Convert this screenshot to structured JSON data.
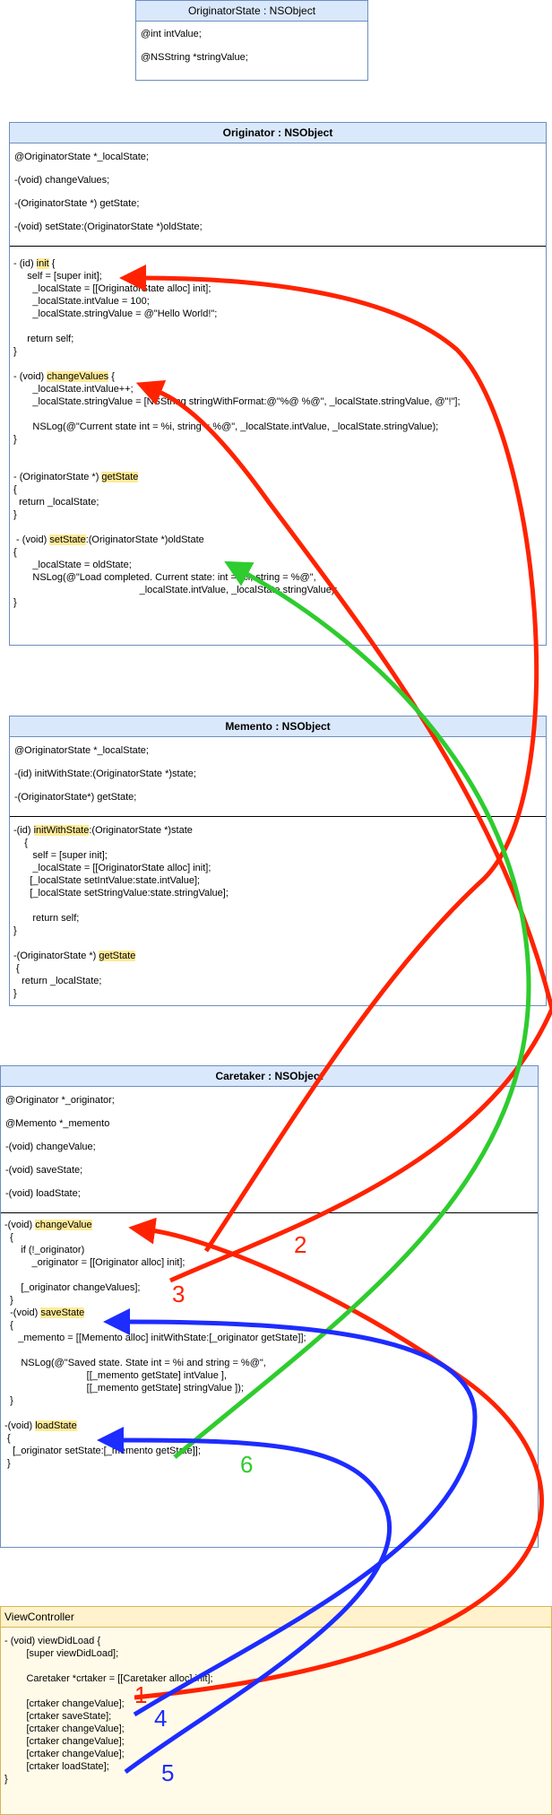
{
  "originator_state": {
    "title": "OriginatorState : NSObject",
    "fields": [
      "@int intValue;",
      "@NSString *stringValue;"
    ]
  },
  "originator": {
    "title": "Originator : NSObject",
    "fields": [
      "@OriginatorState *_localState;",
      "-(void) changeValues;",
      "-(OriginatorState *) getState;",
      "-(void) setState:(OriginatorState *)oldState;"
    ],
    "code": [
      {
        "pre": "- (id) ",
        "hl": "init",
        "post": " {"
      },
      {
        "pre": "     self = [super init];",
        "hl": "",
        "post": ""
      },
      {
        "pre": "       _localState = [[OriginatorState alloc] init];",
        "hl": "",
        "post": ""
      },
      {
        "pre": "       _localState.intValue = 100;",
        "hl": "",
        "post": ""
      },
      {
        "pre": "       _localState.stringValue = @\"Hello World!\";",
        "hl": "",
        "post": ""
      },
      {
        "pre": "",
        "hl": "",
        "post": ""
      },
      {
        "pre": "     return self;",
        "hl": "",
        "post": ""
      },
      {
        "pre": "}",
        "hl": "",
        "post": ""
      },
      {
        "pre": "",
        "hl": "",
        "post": ""
      },
      {
        "pre": "- (void) ",
        "hl": "changeValues",
        "post": " {"
      },
      {
        "pre": "       _localState.intValue++;",
        "hl": "",
        "post": ""
      },
      {
        "pre": "       _localState.stringValue = [NSString stringWithFormat:@\"%@ %@\", _localState.stringValue, @\"!\"];",
        "hl": "",
        "post": ""
      },
      {
        "pre": "",
        "hl": "",
        "post": ""
      },
      {
        "pre": "       NSLog(@\"Current state int = %i, string = %@\", _localState.intValue, _localState.stringValue);",
        "hl": "",
        "post": ""
      },
      {
        "pre": "}",
        "hl": "",
        "post": ""
      },
      {
        "pre": "",
        "hl": "",
        "post": ""
      },
      {
        "pre": "",
        "hl": "",
        "post": ""
      },
      {
        "pre": "- (OriginatorState *) ",
        "hl": "getState",
        "post": ""
      },
      {
        "pre": "{",
        "hl": "",
        "post": ""
      },
      {
        "pre": "  return _localState;",
        "hl": "",
        "post": ""
      },
      {
        "pre": "}",
        "hl": "",
        "post": ""
      },
      {
        "pre": "",
        "hl": "",
        "post": ""
      },
      {
        "pre": " - (void) ",
        "hl": "setState",
        "post": ":(OriginatorState *)oldState"
      },
      {
        "pre": "{",
        "hl": "",
        "post": ""
      },
      {
        "pre": "       _localState = oldState;",
        "hl": "",
        "post": ""
      },
      {
        "pre": "       NSLog(@\"Load completed. Current state: int = %i, string = %@\",",
        "hl": "",
        "post": ""
      },
      {
        "pre": "                                              _localState.intValue, _localState.stringValue);",
        "hl": "",
        "post": ""
      },
      {
        "pre": "}",
        "hl": "",
        "post": ""
      }
    ]
  },
  "memento": {
    "title": "Memento : NSObject",
    "fields": [
      "@OriginatorState *_localState;",
      "-(id) initWithState:(OriginatorState *)state;",
      "-(OriginatorState*) getState;"
    ],
    "code": [
      {
        "pre": "-(id) ",
        "hl": "initWithState",
        "post": ":(OriginatorState *)state"
      },
      {
        "pre": "    {",
        "hl": "",
        "post": ""
      },
      {
        "pre": "       self = [super init];",
        "hl": "",
        "post": ""
      },
      {
        "pre": "       _localState = [[OriginatorState alloc] init];",
        "hl": "",
        "post": ""
      },
      {
        "pre": "      [_localState setIntValue:state.intValue];",
        "hl": "",
        "post": ""
      },
      {
        "pre": "      [_localState setStringValue:state.stringValue];",
        "hl": "",
        "post": ""
      },
      {
        "pre": "",
        "hl": "",
        "post": ""
      },
      {
        "pre": "       return self;",
        "hl": "",
        "post": ""
      },
      {
        "pre": "}",
        "hl": "",
        "post": ""
      },
      {
        "pre": "",
        "hl": "",
        "post": ""
      },
      {
        "pre": "-(OriginatorState *) ",
        "hl": "getState",
        "post": ""
      },
      {
        "pre": " {",
        "hl": "",
        "post": ""
      },
      {
        "pre": "   return _localState;",
        "hl": "",
        "post": ""
      },
      {
        "pre": "}",
        "hl": "",
        "post": ""
      }
    ]
  },
  "caretaker": {
    "title": "Caretaker : NSObject",
    "fields": [
      "@Originator *_originator;",
      "@Memento *_memento",
      "-(void) changeValue;",
      "-(void) saveState;",
      "-(void) loadState;"
    ],
    "code": [
      {
        "pre": "-(void) ",
        "hl": "changeValue",
        "post": ""
      },
      {
        "pre": "  {",
        "hl": "",
        "post": ""
      },
      {
        "pre": "      if (!_originator)",
        "hl": "",
        "post": ""
      },
      {
        "pre": "          _originator = [[Originator alloc] init];",
        "hl": "",
        "post": ""
      },
      {
        "pre": "",
        "hl": "",
        "post": ""
      },
      {
        "pre": "      [_originator changeValues];",
        "hl": "",
        "post": ""
      },
      {
        "pre": "  }",
        "hl": "",
        "post": ""
      },
      {
        "pre": "  -(void) ",
        "hl": "saveState",
        "post": ""
      },
      {
        "pre": "  {",
        "hl": "",
        "post": ""
      },
      {
        "pre": "     _memento = [[Memento alloc] initWithState:[_originator getState]];",
        "hl": "",
        "post": ""
      },
      {
        "pre": "",
        "hl": "",
        "post": ""
      },
      {
        "pre": "      NSLog(@\"Saved state. State int = %i and string = %@\",",
        "hl": "",
        "post": ""
      },
      {
        "pre": "                              [[_memento getState] intValue ],",
        "hl": "",
        "post": ""
      },
      {
        "pre": "                              [[_memento getState] stringValue ]);",
        "hl": "",
        "post": ""
      },
      {
        "pre": "  }",
        "hl": "",
        "post": ""
      },
      {
        "pre": "",
        "hl": "",
        "post": ""
      },
      {
        "pre": "-(void) ",
        "hl": "loadState",
        "post": ""
      },
      {
        "pre": " {",
        "hl": "",
        "post": ""
      },
      {
        "pre": "   [_originator setState:[_memento getState]];",
        "hl": "",
        "post": ""
      },
      {
        "pre": " }",
        "hl": "",
        "post": ""
      }
    ]
  },
  "view_controller": {
    "title": "ViewController",
    "code": [
      {
        "pre": "- (void) viewDidLoad {",
        "hl": "",
        "post": ""
      },
      {
        "pre": "        [super viewDidLoad];",
        "hl": "",
        "post": ""
      },
      {
        "pre": "",
        "hl": "",
        "post": ""
      },
      {
        "pre": "        Caretaker *crtaker = [[Caretaker alloc] init];",
        "hl": "",
        "post": ""
      },
      {
        "pre": "",
        "hl": "",
        "post": ""
      },
      {
        "pre": "        [crtaker changeValue];",
        "hl": "",
        "post": ""
      },
      {
        "pre": "        [crtaker saveState];",
        "hl": "",
        "post": ""
      },
      {
        "pre": "        [crtaker changeValue];",
        "hl": "",
        "post": ""
      },
      {
        "pre": "        [crtaker changeValue];",
        "hl": "",
        "post": ""
      },
      {
        "pre": "        [crtaker changeValue];",
        "hl": "",
        "post": ""
      },
      {
        "pre": "        [crtaker loadState];",
        "hl": "",
        "post": ""
      },
      {
        "pre": "}",
        "hl": "",
        "post": ""
      }
    ]
  },
  "step_labels": [
    "1",
    "2",
    "3",
    "4",
    "5",
    "6"
  ],
  "colors": {
    "red": "#ff2200",
    "green": "#2ecc2e",
    "blue": "#1d2cff",
    "highlight": "#ffeb99"
  }
}
